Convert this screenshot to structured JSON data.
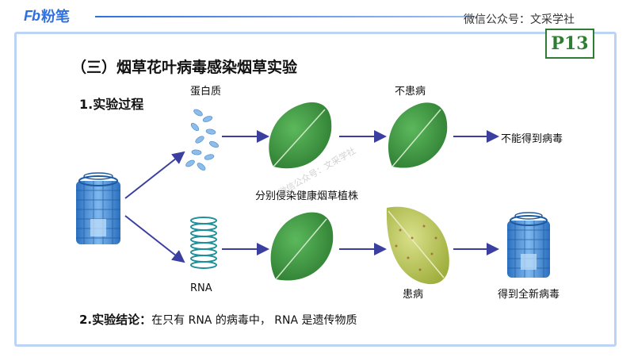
{
  "header": {
    "logo_fb": "Fb",
    "logo_text": "粉笔",
    "watermark": "微信公众号：文采学社",
    "page": "P13"
  },
  "content": {
    "section_title": "（三）烟草花叶病毒感染烟草实验",
    "step1_title": "1.实验过程",
    "labels": {
      "protein": "蛋白质",
      "rna": "RNA",
      "infect": "分别侵染健康烟草植株",
      "not_sick": "不患病",
      "sick": "患病",
      "no_virus": "不能得到病毒",
      "new_virus": "得到全新病毒"
    },
    "conclusion_title": "2.实验结论：",
    "conclusion_text": "在只有 RNA 的病毒中， RNA 是遗传物质",
    "center_watermark": "微信公众号：文采学社"
  },
  "colors": {
    "accent": "#2f6fe0",
    "arrow": "#3b3fa0",
    "leaf_green": "#3e9a4a",
    "virus_blue": "#3a86d6",
    "badge_green": "#2e7d32"
  },
  "icons": [
    "tmv-virus-icon",
    "protein-particles-icon",
    "rna-coil-icon",
    "healthy-leaf-icon",
    "diseased-leaf-icon"
  ]
}
